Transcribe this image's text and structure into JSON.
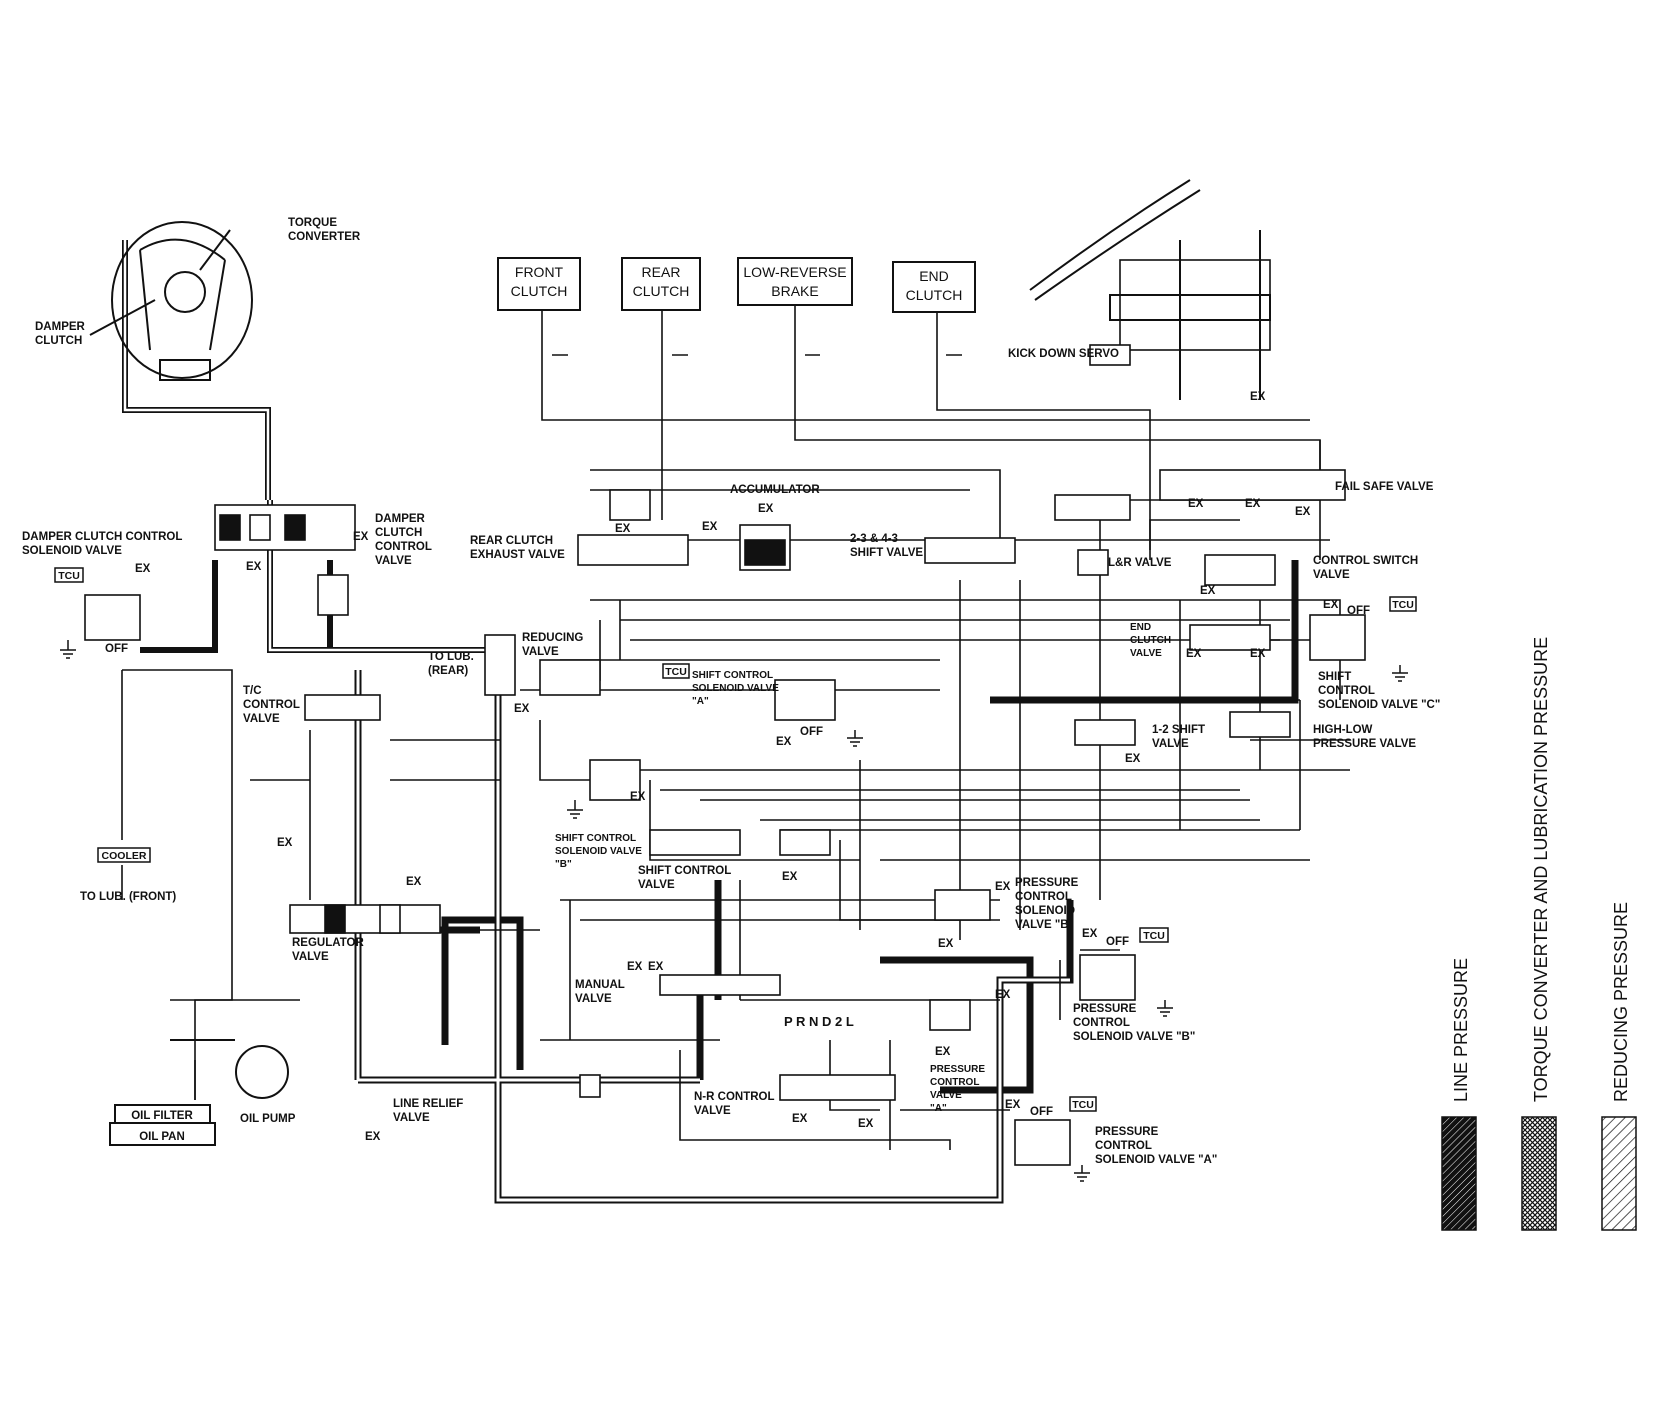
{
  "top_boxes": {
    "front_clutch": [
      "FRONT",
      "CLUTCH"
    ],
    "rear_clutch": [
      "REAR",
      "CLUTCH"
    ],
    "low_reverse_brake": [
      "LOW-REVERSE",
      "BRAKE"
    ],
    "end_clutch": [
      "END",
      "CLUTCH"
    ]
  },
  "labels": {
    "torque_converter": [
      "TORQUE",
      "CONVERTER"
    ],
    "damper_clutch": [
      "DAMPER",
      "CLUTCH"
    ],
    "damper_clutch_control_solenoid_valve": [
      "DAMPER CLUTCH CONTROL",
      "SOLENOID VALVE"
    ],
    "damper_clutch_control_valve": [
      "DAMPER",
      "CLUTCH",
      "CONTROL",
      "VALVE"
    ],
    "tcu": "TCU",
    "ex": "EX",
    "off": "OFF",
    "to_lub_rear": [
      "TO LUB.",
      "(REAR)"
    ],
    "reducing_valve": [
      "REDUCING",
      "VALVE"
    ],
    "tc_control_valve": [
      "T/C",
      "CONTROL",
      "VALVE"
    ],
    "cooler": "COOLER",
    "to_lub_front": "TO LUB. (FRONT)",
    "regulator_valve": [
      "REGULATOR",
      "VALVE"
    ],
    "oil_filter": "OIL FILTER",
    "oil_pan": "OIL PAN",
    "oil_pump": "OIL PUMP",
    "line_relief_valve": [
      "LINE RELIEF",
      "VALVE"
    ],
    "rear_clutch_exhaust_valve": [
      "REAR CLUTCH",
      "EXHAUST VALVE"
    ],
    "accumulator": "ACCUMULATOR",
    "shift_valve_23_43": [
      "2-3 & 4-3",
      "SHIFT VALVE"
    ],
    "shift_control_solenoid_valve_a": [
      "SHIFT CONTROL",
      "SOLENOID VALVE",
      "\"A\""
    ],
    "shift_control_solenoid_valve_b": [
      "SHIFT CONTROL",
      "SOLENOID VALVE",
      "\"B\""
    ],
    "shift_control_valve": [
      "SHIFT CONTROL",
      "VALVE"
    ],
    "manual_valve": [
      "MANUAL",
      "VALVE"
    ],
    "prnd2l": "P R N D 2 L",
    "nr_control_valve": [
      "N-R CONTROL",
      "VALVE"
    ],
    "pressure_control_valve_a": [
      "PRESSURE",
      "CONTROL",
      "VALVE",
      "\"A\""
    ],
    "pressure_control_solenoid_valve_a": [
      "PRESSURE",
      "CONTROL",
      "SOLENOID VALVE \"A\""
    ],
    "pressure_control_solenoid_valve_b_upper": [
      "PRESSURE",
      "CONTROL",
      "SOLENOID",
      "VALVE \"B\""
    ],
    "pressure_control_solenoid_valve_b_lower": [
      "PRESSURE",
      "CONTROL",
      "SOLENOID VALVE \"B\""
    ],
    "kick_down_servo": "KICK DOWN SERVO",
    "fail_safe_valve": "FAIL SAFE VALVE",
    "lr_valve": "L&R VALVE",
    "control_switch_valve": [
      "CONTROL SWITCH",
      "VALVE"
    ],
    "end_clutch_valve": [
      "END",
      "CLUTCH",
      "VALVE"
    ],
    "shift_control_solenoid_valve_c": [
      "SHIFT",
      "CONTROL",
      "SOLENOID VALVE \"C\""
    ],
    "shift_valve_12": [
      "1-2 SHIFT",
      "VALVE"
    ],
    "high_low_pressure_valve": [
      "HIGH-LOW",
      "PRESSURE VALVE"
    ]
  },
  "legend": [
    {
      "label": "LINE PRESSURE",
      "pattern": "line"
    },
    {
      "label": "TORQUE CONVERTER AND LUBRICATION PRESSURE",
      "pattern": "crosshatch"
    },
    {
      "label": "REDUCING PRESSURE",
      "pattern": "diag"
    }
  ],
  "colors": {
    "ink": "#111111",
    "paper": "#ffffff"
  }
}
